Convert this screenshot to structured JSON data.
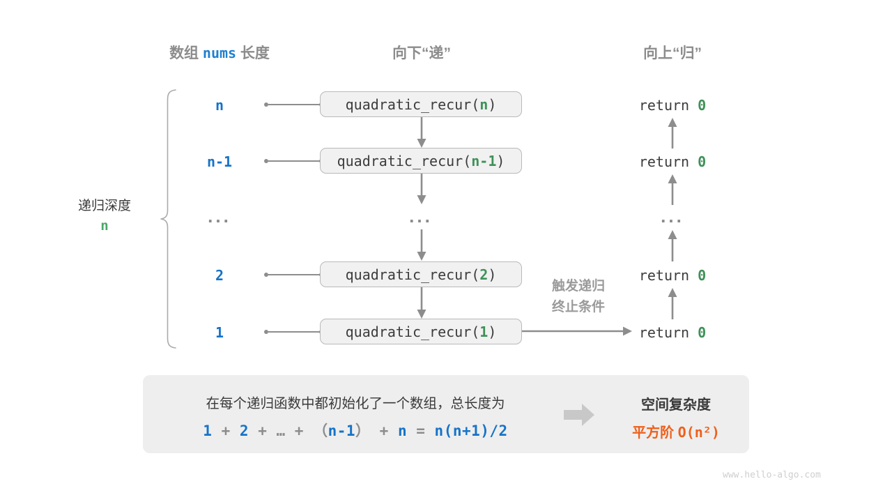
{
  "headers": {
    "left_prefix": "数组",
    "left_mono": "nums",
    "left_suffix": "长度",
    "middle": "向下“递”",
    "right": "向上“归”"
  },
  "brace": {
    "caption_line1": "递归深度",
    "caption_line2": "n"
  },
  "rows": [
    {
      "depth": "n",
      "fn_name": "quadratic_recur(",
      "fn_arg": "n",
      "fn_close": ")",
      "ret_text": "return ",
      "ret_value": "0"
    },
    {
      "depth": "n-1",
      "fn_name": "quadratic_recur(",
      "fn_arg": "n-1",
      "fn_close": ")",
      "ret_text": "return ",
      "ret_value": "0"
    },
    {
      "depth": "...",
      "fn_name": "...",
      "fn_arg": "",
      "fn_close": "",
      "ret_text": "...",
      "ret_value": ""
    },
    {
      "depth": "2",
      "fn_name": "quadratic_recur(",
      "fn_arg": "2",
      "fn_close": ")",
      "ret_text": "return ",
      "ret_value": "0"
    },
    {
      "depth": "1",
      "fn_name": "quadratic_recur(",
      "fn_arg": "1",
      "fn_close": ")",
      "ret_text": "return ",
      "ret_value": "0"
    }
  ],
  "note": {
    "line1": "触发递归",
    "line2": "终止条件"
  },
  "summary": {
    "description": "在每个递归函数中都初始化了一个数组，总长度为",
    "formula_parts": [
      {
        "t": "1",
        "blue": true
      },
      {
        "t": " + ",
        "blue": false
      },
      {
        "t": "2",
        "blue": true
      },
      {
        "t": " + ",
        "blue": false
      },
      {
        "t": "…",
        "blue": false
      },
      {
        "t": " + ",
        "blue": false
      },
      {
        "t": "（",
        "blue": false
      },
      {
        "t": "n-1",
        "blue": true
      },
      {
        "t": "）",
        "blue": false
      },
      {
        "t": " + ",
        "blue": false
      },
      {
        "t": "n",
        "blue": true
      },
      {
        "t": " = ",
        "blue": false
      },
      {
        "t": "n(n+1)/2",
        "blue": true
      }
    ],
    "arrow_icon": "right-block-arrow",
    "result_title": "空间复杂度",
    "result_label": "平方阶",
    "result_notation": "O(n²)"
  },
  "watermark": "www.hello-algo.com",
  "colors": {
    "blue": "#1673c8",
    "green": "#3f9158",
    "orange": "#ef5f1b",
    "gray_line": "#8d8d8d",
    "box_fill": "#f1f1f1",
    "box_border": "#b9b9b9",
    "panel_fill": "#eeeeee"
  }
}
